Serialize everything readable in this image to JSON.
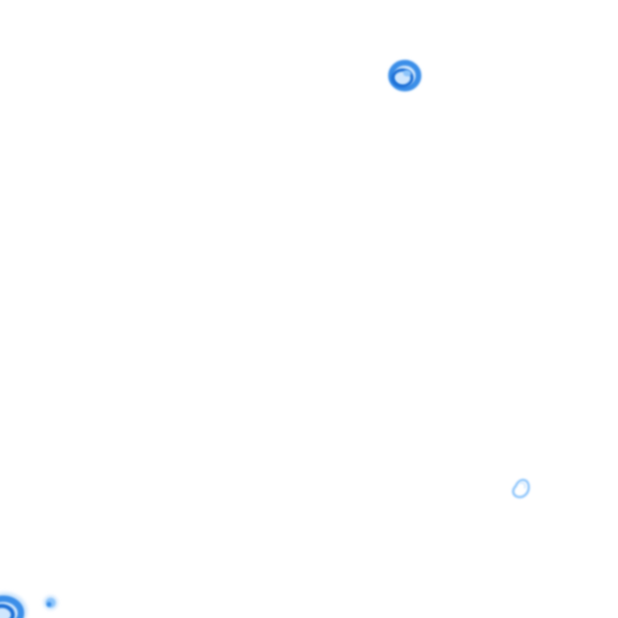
{
  "scene": {
    "description_free": true,
    "background_color": "#ffffff",
    "colors": {
      "deep_blue": "#1a6fd6",
      "mid_blue": "#3b8ee8",
      "light_blue": "#8cc4fb",
      "pale_blue": "#cfe6fd"
    },
    "blobs": [
      {
        "name": "blob-top-center",
        "kind": "ring"
      },
      {
        "name": "blob-lower-right",
        "kind": "faint-ring"
      },
      {
        "name": "blob-bottom-left-small",
        "kind": "dot"
      },
      {
        "name": "blob-bottom-left-corner",
        "kind": "partial-ring"
      }
    ]
  }
}
